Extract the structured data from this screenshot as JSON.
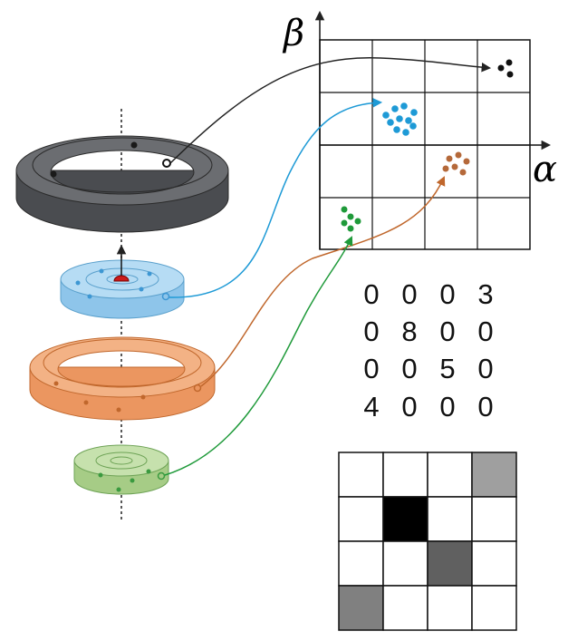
{
  "axes": {
    "x_label": "α",
    "y_label": "β"
  },
  "matrix": [
    [
      "0",
      "0",
      "0",
      "3"
    ],
    [
      "0",
      "8",
      "0",
      "0"
    ],
    [
      "0",
      "0",
      "5",
      "0"
    ],
    [
      "4",
      "0",
      "0",
      "0"
    ]
  ],
  "grayscale_levels": [
    [
      0,
      0,
      0,
      0.375
    ],
    [
      0,
      1,
      0,
      0
    ],
    [
      0,
      0,
      0.625,
      0
    ],
    [
      0.5,
      0,
      0,
      0
    ]
  ],
  "colors": {
    "dark_ring": "#5a5c60",
    "blue_ring": "#a9d3ee",
    "orange_ring": "#f0a878",
    "green_ring": "#b5d49a",
    "black_arrow": "#222222",
    "blue_arrow": "#1e9ad6",
    "orange_arrow": "#c0672c",
    "green_arrow": "#1f9a3a",
    "marker": "#cc1b1b"
  }
}
